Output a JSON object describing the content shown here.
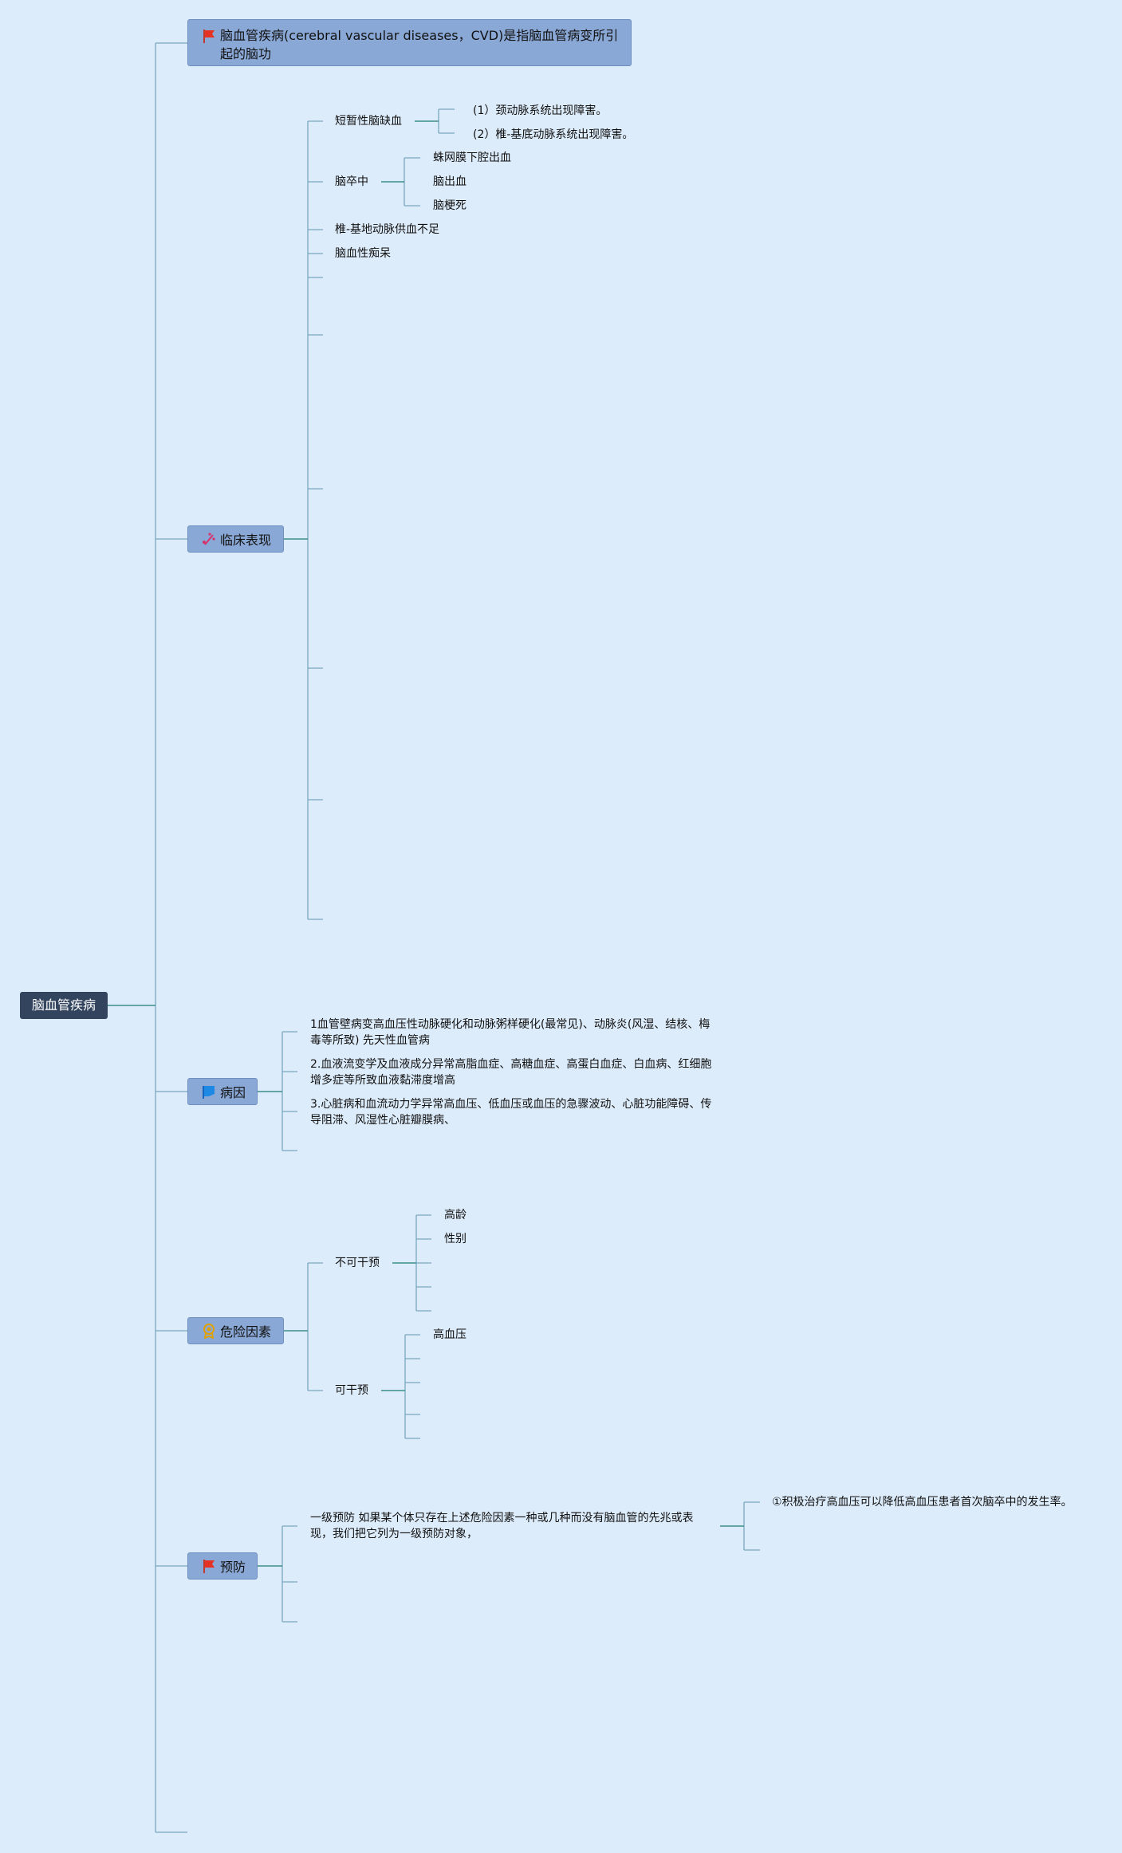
{
  "root": "脑血管疾病",
  "definition": "脑血管疾病(cerebral vascular diseases，CVD)是指脑血管病变所引起的脑功",
  "topics": {
    "clinical": "临床表现",
    "cause": "病因",
    "risk": "危险因素",
    "prevention": "预防"
  },
  "clinical": {
    "tia": {
      "label": "短暂性脑缺血",
      "children": [
        "(1）颈动脉系统出现障害。",
        "(2）椎-基底动脉系统出现障害。"
      ]
    },
    "stroke": {
      "label": "脑卒中",
      "children": [
        "蛛网膜下腔出血",
        "脑出血",
        "脑梗死"
      ]
    },
    "vba": "椎-基地动脉供血不足",
    "dementia": "脑血性痴呆"
  },
  "cause": [
    "1血管壁病变高血压性动脉硬化和动脉粥样硬化(最常见)、动脉炎(风湿、结核、梅毒等所致) 先天性血管病",
    "2.血液流变学及血液成分异常高脂血症、高糖血症、高蛋白血症、白血病、红细胞增多症等所致血液黏滞度增高",
    "3.心脏病和血流动力学异常高血压、低血压或血压的急骤波动、心脏功能障碍、传导阻滞、风湿性心脏瓣膜病、"
  ],
  "risk": {
    "non_modifiable": {
      "label": "不可干预",
      "children": [
        "高龄",
        "性别"
      ]
    },
    "modifiable": {
      "label": "可干预",
      "children": [
        "高血压"
      ]
    }
  },
  "prevention": {
    "primary": "一级预防 如果某个体只存在上述危险因素一种或几种而没有脑血管的先兆或表现，我们把它列为一级预防对象，",
    "primary_child": "①积极治疗高血压可以降低高血压患者首次脑卒中的发生率。"
  },
  "colors": {
    "background": "#ddecfb",
    "root": "#33445f",
    "topic": "#8aa8d6",
    "line_main": "#3d8f8a",
    "line_branch": "#7aa7c0"
  }
}
